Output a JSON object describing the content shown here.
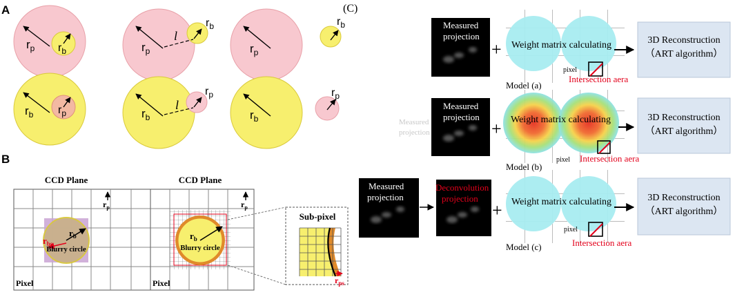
{
  "panelA": {
    "label": "A",
    "r_p": "r",
    "r_p_sub": "p",
    "r_b": "r",
    "r_b_sub": "b",
    "l": "l"
  },
  "panelB": {
    "label": "B",
    "ccd_left": "CCD Plane",
    "ccd_right": "CCD Plane",
    "rp_left": "r",
    "rp_left_sub": "p",
    "rp_right": "r",
    "rp_right_sub": "p",
    "rb_left": "r",
    "rb_left_sub": "b",
    "rb_right": "r",
    "rb_right_sub": "b",
    "rbs": "r",
    "rbs_sub": "bs",
    "blurry_left": "Blurry circle",
    "blurry_right": "Blurry circle",
    "pixel_left": "Pixel",
    "pixel_right": "Pixel",
    "subpixel": "Sub-pixel",
    "rps": "r",
    "rps_sub": "ps"
  },
  "panelC": {
    "label": "(C)",
    "row_a": {
      "measured_1": "Measured",
      "measured_2": "projection",
      "plus": "+",
      "weight": "Weight matrix calculating",
      "pixel": "pixel",
      "intersection": "Intersection aera",
      "model": "Model (a)",
      "recon_1": "3D Reconstruction",
      "recon_2": "（ART algorithm）"
    },
    "row_b": {
      "measured_1": "Measured",
      "measured_2": "projection",
      "ghost_1": "Measured",
      "ghost_2": "projection",
      "plus": "+",
      "weight": "Weight matrix calculating",
      "pixel": "pixel",
      "intersection": "Intersection aera",
      "model": "Model (b)",
      "recon_1": "3D Reconstruction",
      "recon_2": "（ART algorithm）"
    },
    "row_c": {
      "measured_1": "Measured",
      "measured_2": "projection",
      "deconv_1": "Deconvolution",
      "deconv_2": "projection",
      "plus": "+",
      "weight": "Weight matrix calculating",
      "pixel": "pixel",
      "intersection": "Intersection aera",
      "model": "Model (c)",
      "recon_1": "3D Reconstruction",
      "recon_2": "（ART algorithm）"
    }
  },
  "colors": {
    "pink": "#f8c8cf",
    "yellow": "#f7ef6e",
    "cyan": "#a8ecf0",
    "recon_box": "#dce6f2",
    "red_text": "#e3001b",
    "black_box": "#000000"
  }
}
